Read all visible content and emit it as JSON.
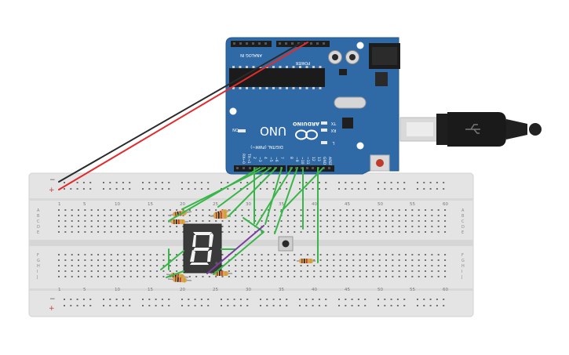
{
  "arduino": {
    "logo_text": "UNO",
    "brand_text": "ARDUINO",
    "on_label": "ON",
    "power_label": "POWER",
    "analog_label": "ANALOG IN",
    "digital_label": "DIGITAL (PWM~)",
    "tx_label": "TX",
    "rx_label": "RX",
    "l_label": "L",
    "aref_label": "AREF",
    "gnd_label": "GND",
    "pin_13": "13",
    "pin_12": "12",
    "pin_11": "~11",
    "pin_10": "~10",
    "pin_9": "~9",
    "pin_8": "8",
    "pin_7": "7",
    "pin_6": "~6",
    "pin_5": "~5",
    "pin_4": "4",
    "pin_3": "~3",
    "pin_2": "2",
    "pin_tx1": "TX→1",
    "pin_rx0": "RX←0",
    "board_color": "#2f6aa7"
  },
  "breadboard": {
    "col_1": "1",
    "col_5": "5",
    "col_10": "10",
    "col_15": "15",
    "col_20": "20",
    "col_25": "25",
    "col_30": "30",
    "col_35": "35",
    "col_40": "40",
    "col_45": "45",
    "col_50": "50",
    "col_55": "55",
    "col_60": "60",
    "rows_top": [
      "A",
      "B",
      "C",
      "D",
      "E"
    ],
    "rows_bottom": [
      "F",
      "G",
      "H",
      "I",
      "J"
    ],
    "rail_minus": "−",
    "rail_plus": "+"
  },
  "colors": {
    "wire_green": "#3ab54a",
    "wire_red": "#e32b2b",
    "wire_black": "#2a2a2a",
    "wire_purple": "#7b3fa0",
    "display_body": "#3a3a3a",
    "segment_off": "#5a5a5a",
    "segment_on": "#f2f2f2"
  }
}
